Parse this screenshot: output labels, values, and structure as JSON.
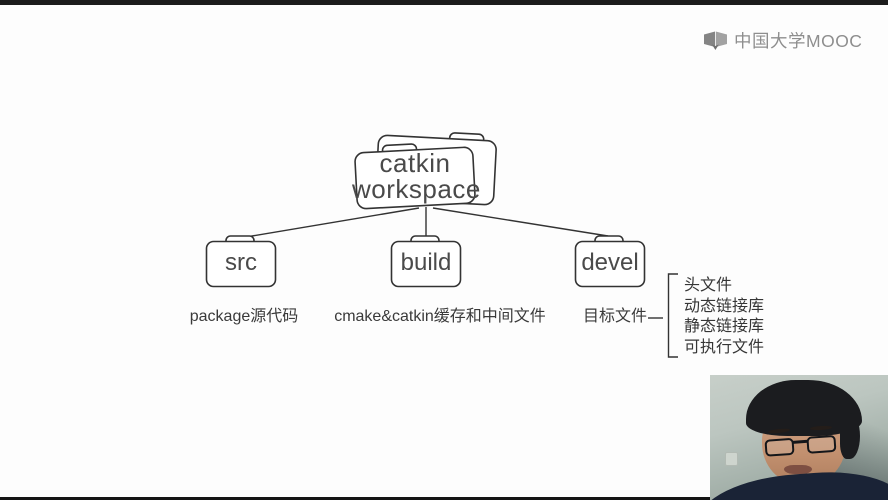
{
  "frame": {
    "top_bar_color": "#1c1c1c",
    "bottom_bar_color": "#141414",
    "background": "#fdfdfd"
  },
  "logo": {
    "text": "中国大学MOOC",
    "icon": "open-book-icon",
    "color": "#8e8e8e"
  },
  "diagram": {
    "line_color": "#333333",
    "root_folder": {
      "line1": "catkin",
      "line2": "workspace"
    },
    "folders": [
      {
        "name": "src",
        "label": "package源代码"
      },
      {
        "name": "build",
        "label": "cmake&catkin缓存和中间文件"
      },
      {
        "name": "devel",
        "label": "目标文件"
      }
    ],
    "devel_outputs": [
      "头文件",
      "动态链接库",
      "静态链接库",
      "可执行文件"
    ]
  }
}
